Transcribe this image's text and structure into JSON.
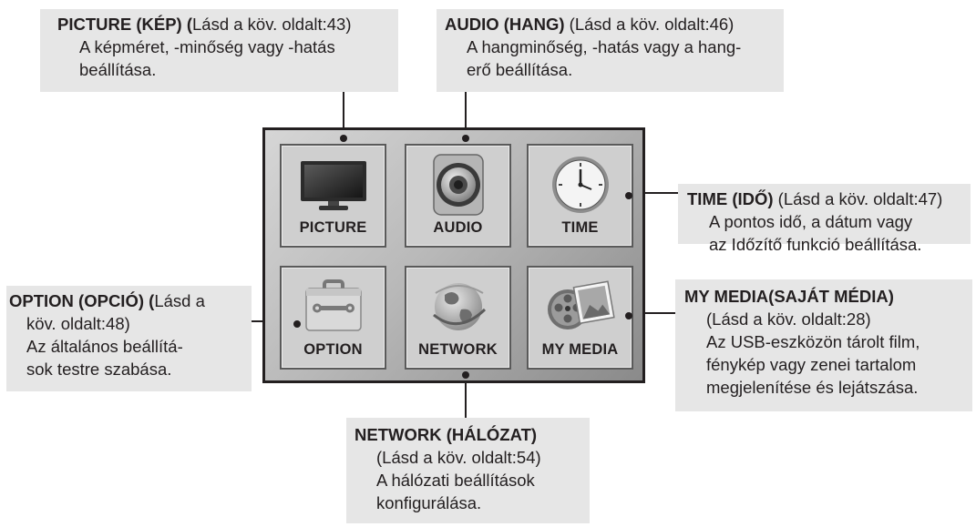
{
  "callouts": {
    "picture": {
      "title_bold": "PICTURE (KÉP) (",
      "title_rest": "Lásd a köv. oldalt:43)",
      "lines": [
        "A képméret, -minőség vagy -hatás",
        "beállítása."
      ]
    },
    "audio": {
      "title_bold": "AUDIO (HANG)",
      "title_rest": " (Lásd a köv. oldalt:46)",
      "lines": [
        "A hangminőség, -hatás vagy a hang-",
        "erő beállítása."
      ]
    },
    "time": {
      "title_bold": "TIME (IDŐ)",
      "title_rest": " (Lásd a köv. oldalt:47)",
      "lines": [
        "A pontos idő, a dátum vagy",
        "az Időzítő funkció beállítása."
      ]
    },
    "option": {
      "title_bold": "OPTION (OPCIÓ) (",
      "title_rest": "Lásd a",
      "lines": [
        "köv. oldalt:48)",
        "Az általános beállítá-",
        "sok testre szabása."
      ]
    },
    "mymedia": {
      "title_bold": "MY MEDIA(SAJÁT MÉDIA)",
      "title_rest": "",
      "lines": [
        "(Lásd a köv. oldalt:28)",
        "Az USB-eszközön tárolt film,",
        "fénykép vagy zenei tartalom",
        "megjelenítése és lejátszása."
      ]
    },
    "network": {
      "title_bold": "NETWORK (HÁLÓZAT)",
      "title_rest": "",
      "lines": [
        "(Lásd a köv. oldalt:54)",
        "A hálózati beállítások",
        "konfigurálása."
      ]
    }
  },
  "tiles": {
    "picture": {
      "label": "PICTURE",
      "icon": "tv-monitor-icon"
    },
    "audio": {
      "label": "AUDIO",
      "icon": "speaker-icon"
    },
    "time": {
      "label": "TIME",
      "icon": "clock-icon"
    },
    "option": {
      "label": "OPTION",
      "icon": "toolbox-icon"
    },
    "network": {
      "label": "NETWORK",
      "icon": "globe-icon"
    },
    "mymedia": {
      "label": "MY MEDIA",
      "icon": "media-reel-photo-icon"
    }
  },
  "colors": {
    "callout_bg": "#e6e6e6",
    "line": "#231f20",
    "tile_bg": "#cfcfcf"
  }
}
